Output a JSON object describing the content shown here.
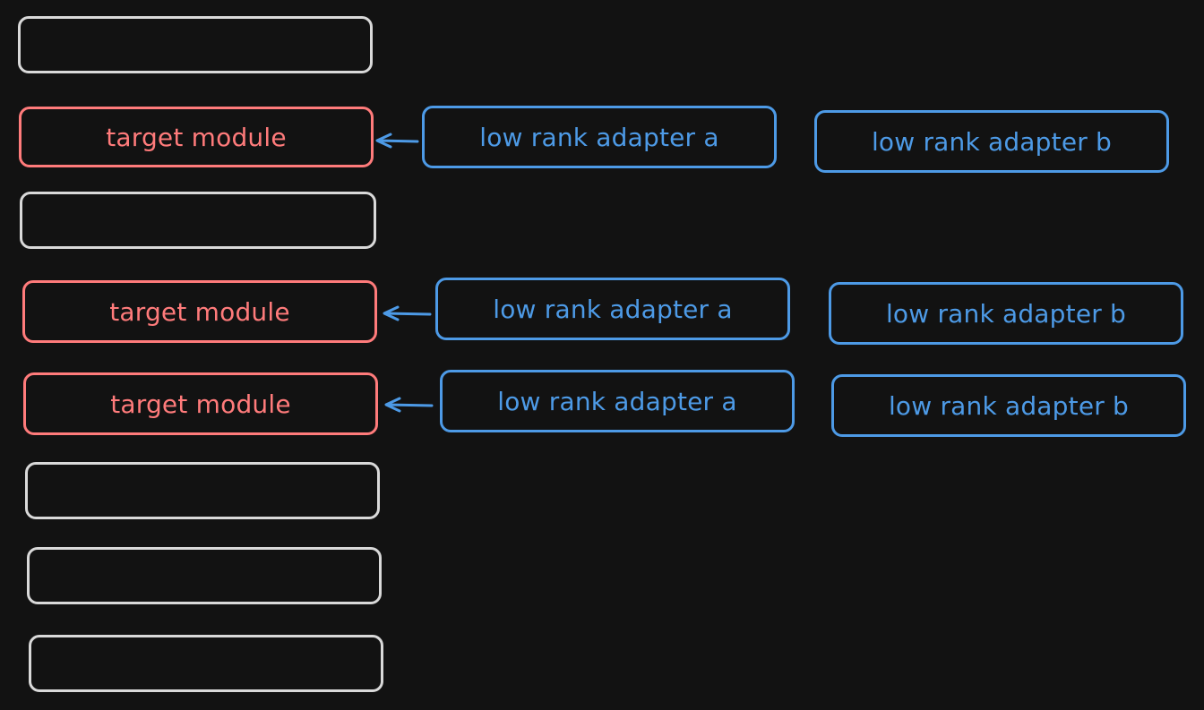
{
  "colors": {
    "background": "#121212",
    "layer_border": "#d9d9d9",
    "target_color": "#ff7b7b",
    "adapter_color": "#4d9ae6"
  },
  "rows": [
    {
      "target_label": "target module",
      "adapter_a_label": "low rank adapter a",
      "adapter_b_label": "low rank adapter b"
    },
    {
      "target_label": "target module",
      "adapter_a_label": "low rank adapter a",
      "adapter_b_label": "low rank adapter b"
    },
    {
      "target_label": "target module",
      "adapter_a_label": "low rank adapter a",
      "adapter_b_label": "low rank adapter b"
    }
  ]
}
